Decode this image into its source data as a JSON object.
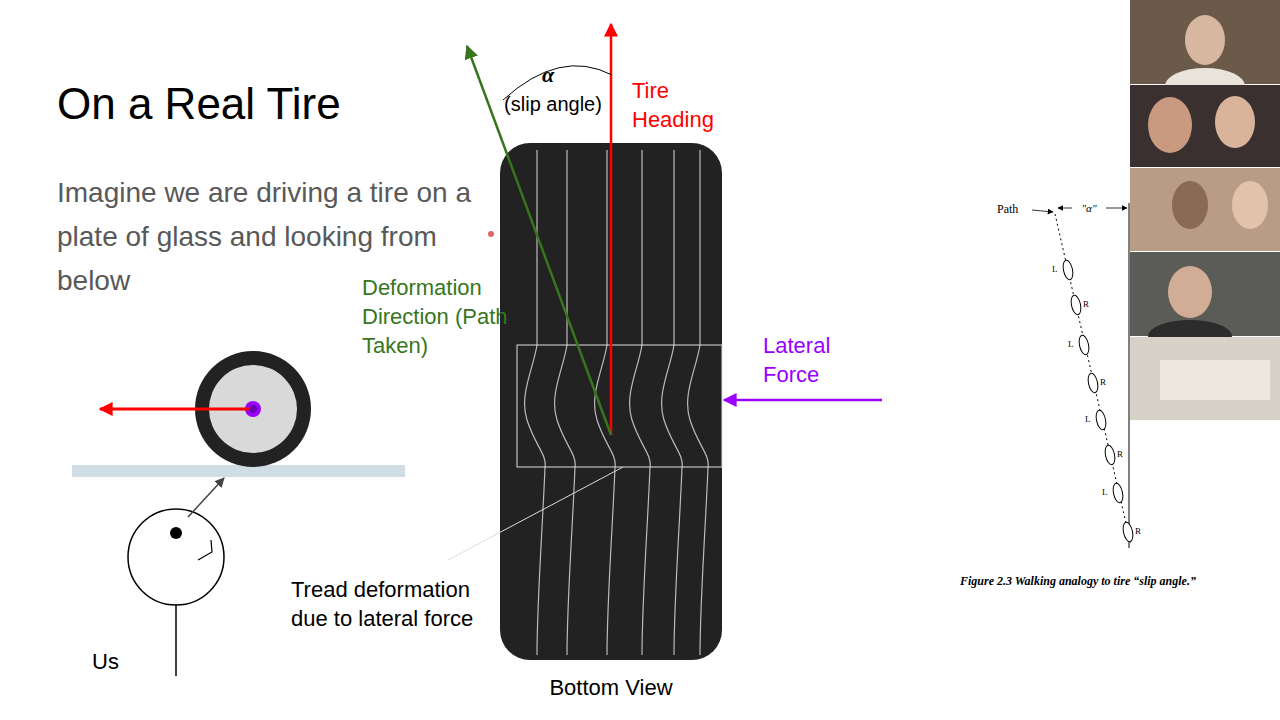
{
  "diagram": {
    "title": "On a Real Tire",
    "caption": "Figure 2.3 Walking analogy to tire “slip angle.”",
    "nodes": [
      {
        "text": [
          "Bottom View"
        ]
      }
    ],
    "labels": [
      "Imagine we are driving a tire on a plate of glass and looking from below",
      "α",
      "(slip angle)",
      "Tire Heading",
      "Deformation Direction (Path Taken)",
      "Lateral Force",
      "Tread deformation due to lateral force",
      "Us",
      "Path",
      "\"α\"",
      "L",
      "R",
      "L",
      "R",
      "L",
      "R",
      "L",
      "R"
    ]
  }
}
